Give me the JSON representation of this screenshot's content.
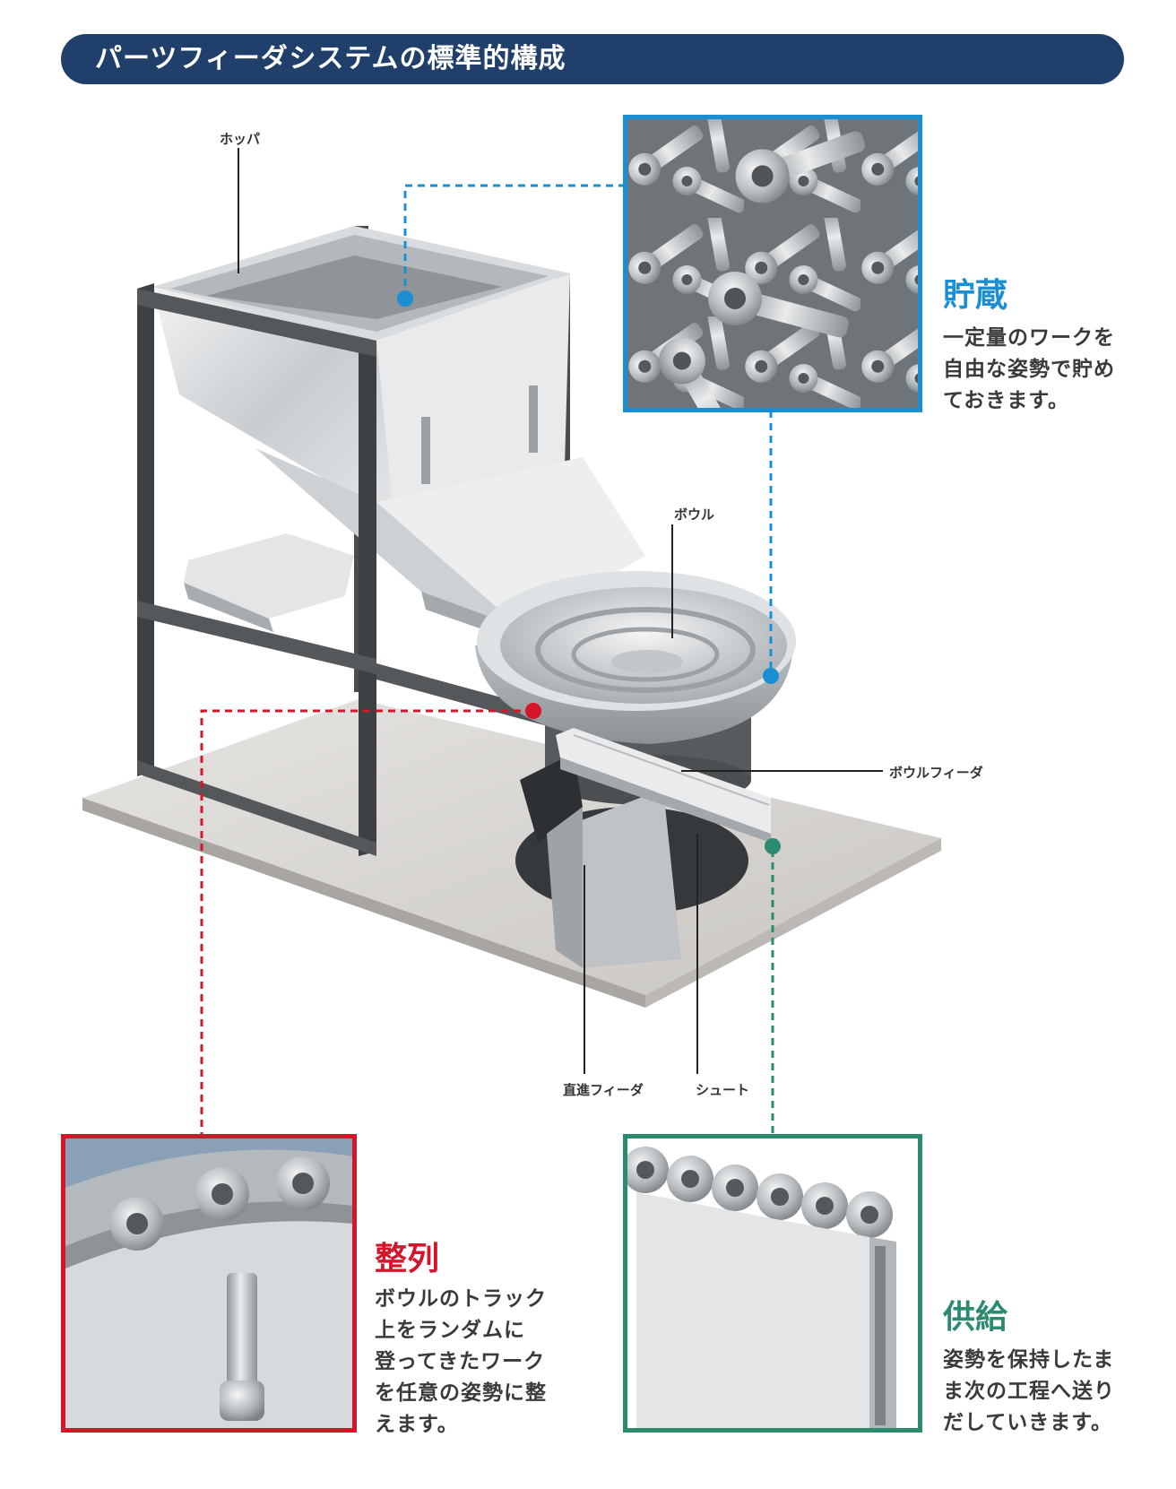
{
  "title": "パーツフィーダシステムの標準的構成",
  "part_labels": {
    "hopper": "ホッパ",
    "bowl": "ボウル",
    "bowl_feeder": "ボウルフィーダ",
    "linear_feeder": "直進フィーダ",
    "chute": "シュート"
  },
  "sections": {
    "storage": {
      "heading": "貯蔵",
      "text": "一定量のワークを\n自由な姿勢で貯め\nておきます。",
      "color": "#1a8ed3"
    },
    "alignment": {
      "heading": "整列",
      "text": "ボウルのトラック\n上をランダムに\n登ってきたワーク\nを任意の姿勢に整\nえます。",
      "color": "#d3162a"
    },
    "supply": {
      "heading": "供給",
      "text": "姿勢を保持したま\nま次の工程へ送り\nだしていきます。",
      "color": "#2c8a6e"
    }
  }
}
